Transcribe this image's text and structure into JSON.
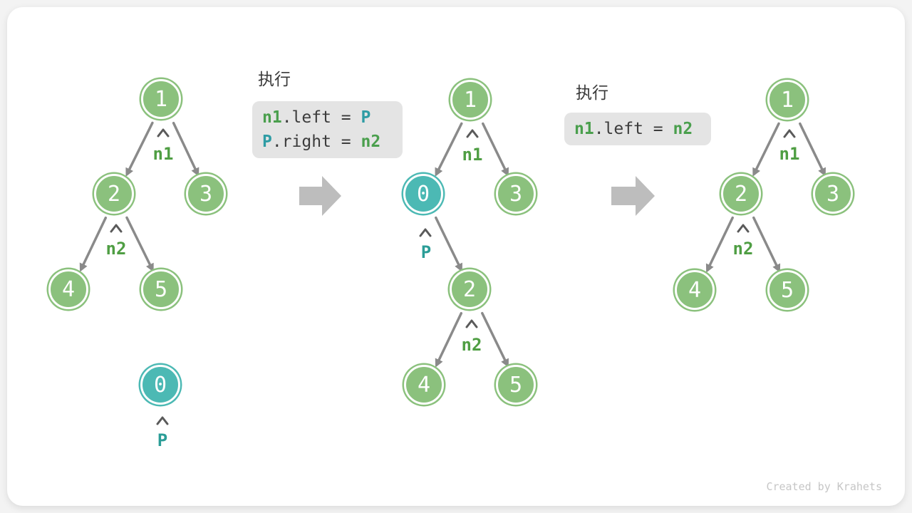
{
  "footer": "Created by Krahets",
  "icons": {
    "pointer_marker": "chevron-up-caret",
    "step_arrow": "block-arrow-right"
  },
  "colors": {
    "node_green": "#8bc17d",
    "node_teal": "#4cb9b4",
    "pointer_green": "#4f9e43",
    "pointer_teal": "#2b9d97",
    "edge_gray": "#8a8a8a",
    "code_bg": "#e4e4e4",
    "code_green": "#4a9f4d",
    "code_teal": "#2e9ca4",
    "block_arrow": "#bdbdbd"
  },
  "panels": [
    {
      "title": "执行",
      "lines": [
        [
          {
            "t": "n1",
            "c": "green"
          },
          {
            "t": ".left = ",
            "c": "plain"
          },
          {
            "t": "P",
            "c": "teal"
          }
        ],
        [
          {
            "t": "P",
            "c": "teal"
          },
          {
            "t": ".right = ",
            "c": "plain"
          },
          {
            "t": "n2",
            "c": "green"
          }
        ]
      ]
    },
    {
      "title": "执行",
      "lines": [
        [
          {
            "t": "n1",
            "c": "green"
          },
          {
            "t": ".left = ",
            "c": "plain"
          },
          {
            "t": "n2",
            "c": "green"
          }
        ]
      ]
    }
  ],
  "trees": [
    {
      "name": "before-insert",
      "nodes": [
        {
          "v": "1",
          "type": "green"
        },
        {
          "v": "2",
          "type": "green"
        },
        {
          "v": "3",
          "type": "green"
        },
        {
          "v": "4",
          "type": "green"
        },
        {
          "v": "5",
          "type": "green"
        },
        {
          "v": "0",
          "type": "teal"
        }
      ],
      "pointers": [
        {
          "text": "n1",
          "target": "1"
        },
        {
          "text": "n2",
          "target": "2"
        },
        {
          "text": "P",
          "target": "0"
        }
      ],
      "edges": [
        "1-2",
        "1-3",
        "2-4",
        "2-5"
      ]
    },
    {
      "name": "after-insert-P",
      "nodes": [
        {
          "v": "1",
          "type": "green"
        },
        {
          "v": "0",
          "type": "teal"
        },
        {
          "v": "3",
          "type": "green"
        },
        {
          "v": "2",
          "type": "green"
        },
        {
          "v": "4",
          "type": "green"
        },
        {
          "v": "5",
          "type": "green"
        }
      ],
      "pointers": [
        {
          "text": "n1",
          "target": "1"
        },
        {
          "text": "P",
          "target": "0"
        },
        {
          "text": "n2",
          "target": "2"
        }
      ],
      "edges": [
        "1-0",
        "1-3",
        "0-2",
        "2-4",
        "2-5"
      ]
    },
    {
      "name": "after-remove-P",
      "nodes": [
        {
          "v": "1",
          "type": "green"
        },
        {
          "v": "2",
          "type": "green"
        },
        {
          "v": "3",
          "type": "green"
        },
        {
          "v": "4",
          "type": "green"
        },
        {
          "v": "5",
          "type": "green"
        }
      ],
      "pointers": [
        {
          "text": "n1",
          "target": "1"
        },
        {
          "text": "n2",
          "target": "2"
        }
      ],
      "edges": [
        "1-2",
        "1-3",
        "2-4",
        "2-5"
      ]
    }
  ]
}
